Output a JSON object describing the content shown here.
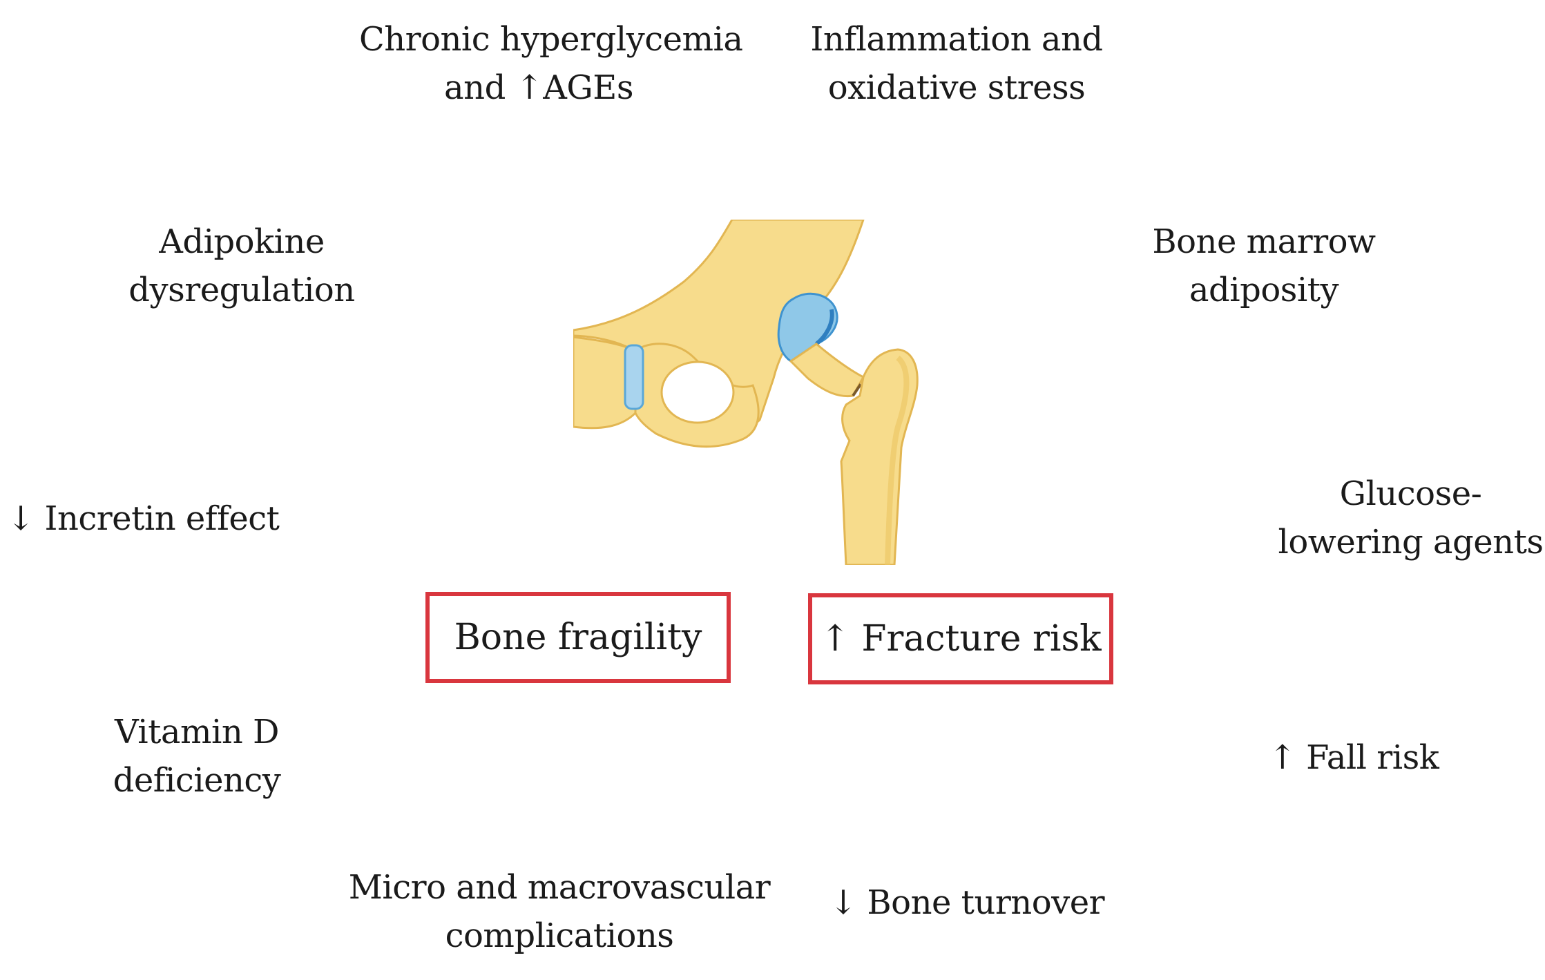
{
  "factors": {
    "hyperglycemia": {
      "line1": "Chronic hyperglycemia",
      "line2": "and ↑AGEs"
    },
    "inflammation": {
      "line1": "Inflammation and",
      "line2": "oxidative stress"
    },
    "adipokine": {
      "line1": "Adipokine",
      "line2": "dysregulation"
    },
    "marrow": {
      "line1": "Bone marrow",
      "line2": "adiposity"
    },
    "incretin": {
      "line1": "↓ Incretin effect"
    },
    "glucose_agents": {
      "line1": "Glucose-",
      "line2": "lowering agents"
    },
    "vitamin_d": {
      "line1": "Vitamin D",
      "line2": "deficiency"
    },
    "fall_risk": {
      "line1": "↑ Fall risk"
    },
    "vascular": {
      "line1": "Micro and macrovascular",
      "line2": "complications"
    },
    "turnover": {
      "line1": "↓ Bone turnover"
    }
  },
  "outcomes": {
    "fragility": "Bone fragility",
    "fracture_risk": "↑  Fracture risk"
  },
  "colors": {
    "box_border": "#d9363e",
    "bone": "#f7dc8c",
    "bone_shade": "#e9bf5c",
    "cartilage": "#8fc8e8",
    "cartilage_dark": "#3f93cf"
  }
}
